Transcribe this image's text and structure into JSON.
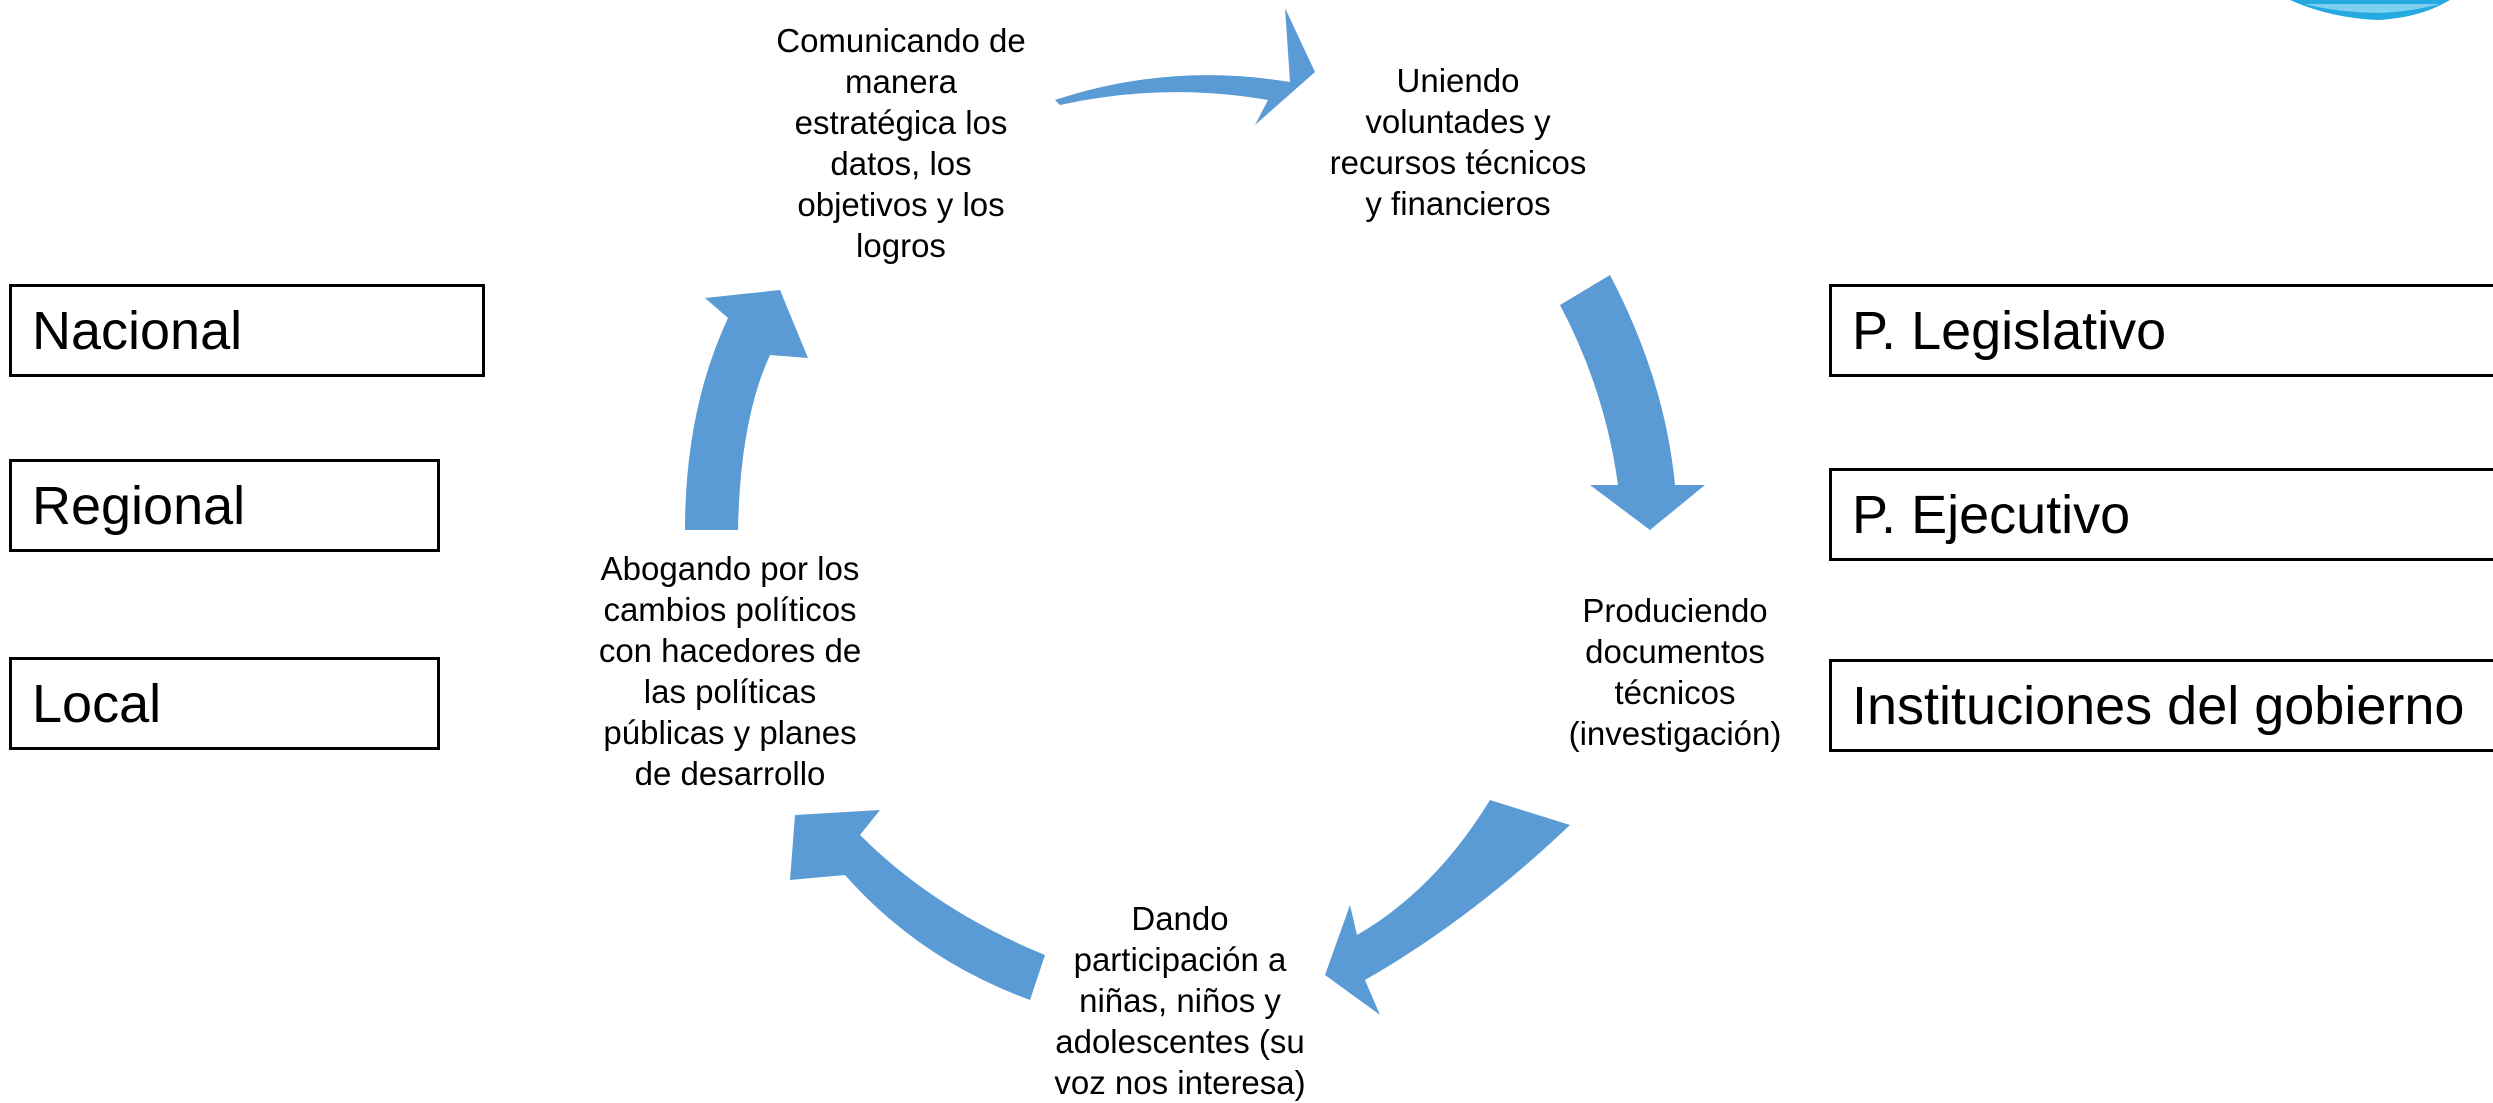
{
  "diagram": {
    "cycle_color": "#5B9BD5",
    "cycle_steps": [
      "Uniendo voluntades y recursos técnicos y financieros",
      "Produciendo documentos técnicos (investigación)",
      "Dando participación a niñas, niños y adolescentes (su voz nos interesa)",
      "Abogando por los cambios políticos con hacedores de las políticas públicas y planes de desarrollo",
      "Comunicando de manera estratégica los datos, los objetivos y los logros"
    ],
    "cycle_step_lines": [
      "Uniendo\nvoluntades y\nrecursos técnicos\ny financieros",
      "Produciendo\ndocumentos\ntécnicos\n(investigación)",
      "Dando\nparticipación a\nniñas, niños y\nadolescentes (su\nvoz nos interesa)",
      "Abogando por los\ncambios políticos\ncon hacedores de\nlas políticas\npúblicas y planes\nde desarrollo",
      "Comunicando de\nmanera\nestratégica los\ndatos, los\nobjetivos y los\nlogros"
    ],
    "levels": [
      "Nacional",
      "Regional",
      "Local"
    ],
    "institutions": [
      "P. Legislativo",
      "P. Ejecutivo",
      "Instituciones del gobierno"
    ]
  }
}
